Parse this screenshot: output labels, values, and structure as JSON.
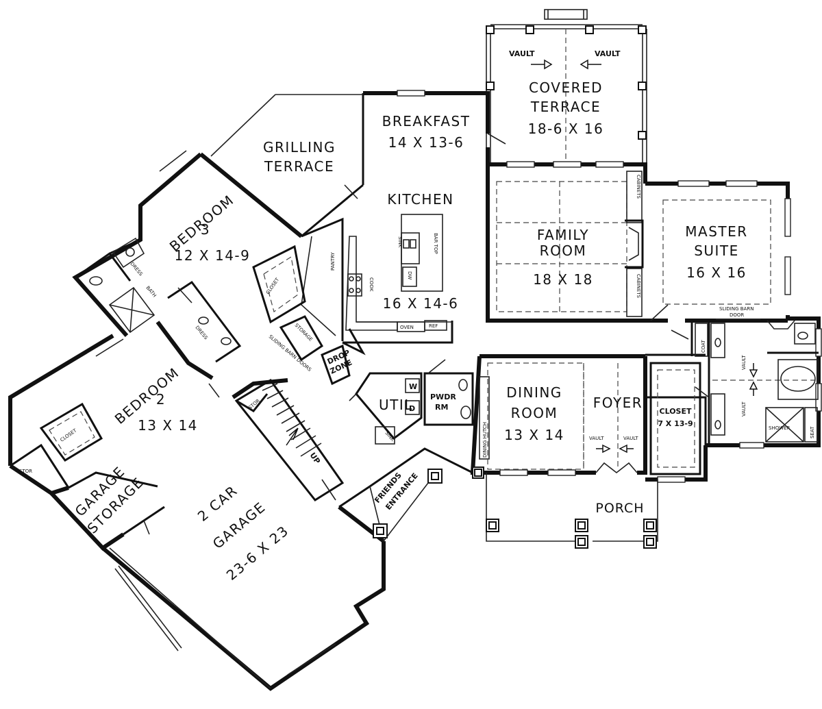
{
  "rooms": {
    "covered_terrace": {
      "name_1": "COVERED",
      "name_2": "TERRACE",
      "size": "18-6 X 16"
    },
    "vault_left": "VAULT",
    "vault_right": "VAULT",
    "breakfast": {
      "name": "BREAKFAST",
      "size": "14 X 13-6"
    },
    "grilling_terrace": {
      "name_1": "GRILLING",
      "name_2": "TERRACE"
    },
    "kitchen": {
      "name": "KITCHEN",
      "size": "16 X 14-6"
    },
    "kitchen_fixtures": {
      "sink": "SINK",
      "dw": "DW",
      "bar_top": "BAR TOP",
      "cook": "COOK",
      "oven": "OVEN",
      "ref": "REF",
      "pantry": "PANTRY"
    },
    "family_room": {
      "name_1": "FAMILY",
      "name_2": "ROOM",
      "size": "18 X 18",
      "cabinets_top": "CABINETS",
      "cabinets_bottom": "CABINETS"
    },
    "master_suite": {
      "name_1": "MASTER",
      "name_2": "SUITE",
      "size": "16 X 16",
      "sliding_door_1": "SLIDING BARN",
      "sliding_door_2": "DOOR"
    },
    "bedroom_3": {
      "name": "BEDROOM",
      "num": "3",
      "size": "12 X 14-9"
    },
    "bedroom_3_closet": "CLOSET",
    "dress_1": "DRESS",
    "dress_2": "DRESS",
    "bath": "BATH",
    "storage": "STORAGE",
    "drop_zone_1": "DROP",
    "drop_zone_2": "ZONE",
    "sliding_barn_doors": "SLIDING BARN DOORS",
    "bedroom_2": {
      "name": "BEDROOM",
      "num": "2",
      "size": "13 X 14"
    },
    "bedroom_2_closet": "CLOSET",
    "stor_left": "STOR",
    "stor_stairs": "STOR",
    "garage_storage": {
      "name_1": "GARAGE",
      "name_2": "STORAGE"
    },
    "garage": {
      "name_1": "2 CAR",
      "name_2": "GARAGE",
      "size": "23-6 X 23"
    },
    "stairs_up": "UP",
    "util": {
      "name": "UTIL",
      "w": "W",
      "d": "D",
      "sink": "SINK"
    },
    "friends_entrance": {
      "name_1": "FRIENDS",
      "name_2": "ENTRANCE"
    },
    "pwdr": {
      "name_1": "PWDR",
      "name_2": "RM"
    },
    "dining_hutch": "DINING HUTCH",
    "dining_room": {
      "name_1": "DINING",
      "name_2": "ROOM",
      "size": "13 X 14"
    },
    "foyer": {
      "name": "FOYER",
      "vault_left": "VAULT",
      "vault_right": "VAULT"
    },
    "closet": {
      "name": "CLOSET",
      "size": "7 X 13-9"
    },
    "coat": "COAT",
    "master_vault_1": "VAULT",
    "master_vault_2": "VAULT",
    "shower": "SHOWER",
    "seat": "SEAT",
    "porch": "PORCH"
  }
}
